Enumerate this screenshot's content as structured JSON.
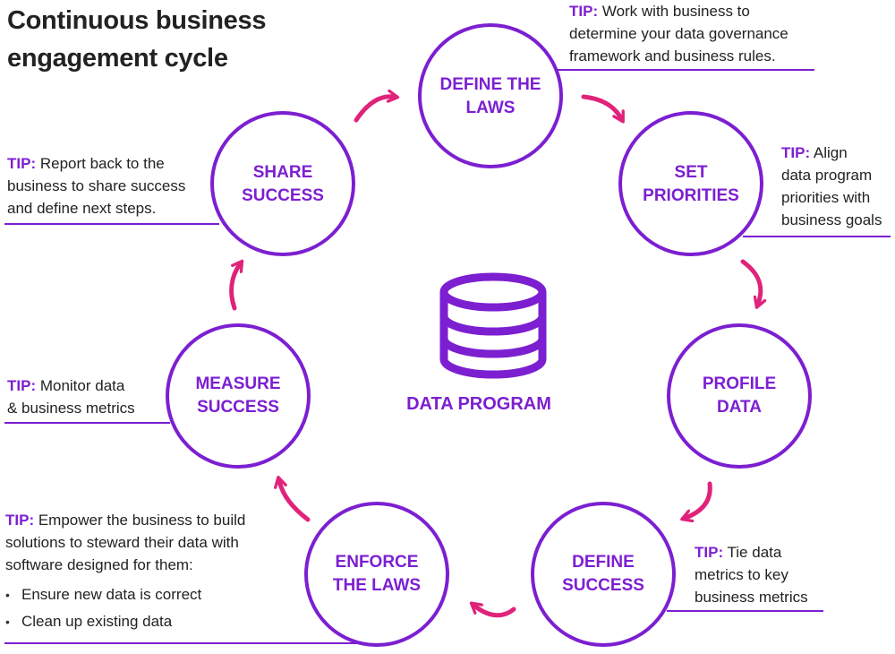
{
  "title": "Continuous business engagement cycle",
  "center": {
    "label": "DATA PROGRAM",
    "icon": "database-icon"
  },
  "stages": [
    {
      "id": "define-the-laws",
      "line1": "DEFINE THE",
      "line2": "LAWS"
    },
    {
      "id": "set-priorities",
      "line1": "SET",
      "line2": "PRIORITIES"
    },
    {
      "id": "profile-data",
      "line1": "PROFILE",
      "line2": "DATA"
    },
    {
      "id": "define-success",
      "line1": "DEFINE",
      "line2": "SUCCESS"
    },
    {
      "id": "enforce-the-laws",
      "line1": "ENFORCE",
      "line2": "THE LAWS"
    },
    {
      "id": "measure-success",
      "line1": "MEASURE",
      "line2": "SUCCESS"
    },
    {
      "id": "share-success",
      "line1": "SHARE",
      "line2": "SUCCESS"
    }
  ],
  "tips": {
    "define_the_laws": {
      "key": "TIP:",
      "lines": [
        " Work with business to",
        "determine your data governance",
        "framework and business rules."
      ]
    },
    "set_priorities": {
      "key": "TIP:",
      "lines": [
        " Align",
        "data program",
        "priorities with",
        "business goals"
      ]
    },
    "define_success": {
      "key": "TIP:",
      "lines": [
        " Tie data",
        "metrics to key",
        "business metrics"
      ]
    },
    "enforce_the_laws": {
      "key": "TIP:",
      "lines": [
        " Empower the business to build",
        "solutions to  steward their data with",
        "software designed for them:"
      ],
      "bullets": [
        "Ensure new data is correct",
        "Clean up existing data"
      ]
    },
    "measure_success": {
      "key": "TIP:",
      "lines": [
        " Monitor data",
        "& business metrics"
      ]
    },
    "share_success": {
      "key": "TIP:",
      "lines": [
        " Report back to the",
        "business to share success",
        "and define next steps."
      ]
    }
  },
  "colors": {
    "accent_purple": "#7c1fd1",
    "arrow_pink": "#e0237a",
    "text": "#222222"
  }
}
